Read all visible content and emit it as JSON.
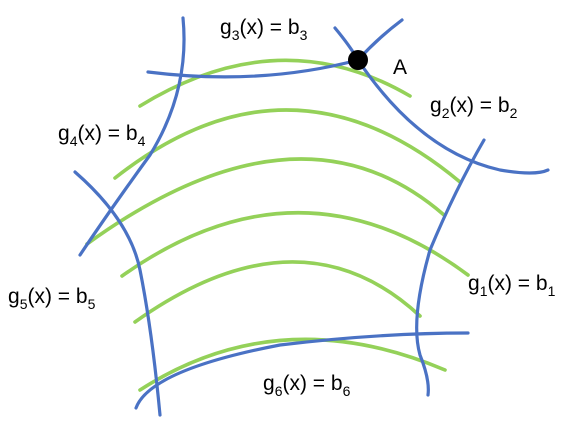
{
  "colors": {
    "constraint": "#4a72c4",
    "contour": "#94d159",
    "point": "#000000",
    "text": "#000000"
  },
  "constraints": [
    {
      "fn": "g",
      "idx": "1",
      "rhs": "b",
      "ridx": "1"
    },
    {
      "fn": "g",
      "idx": "2",
      "rhs": "b",
      "ridx": "2"
    },
    {
      "fn": "g",
      "idx": "3",
      "rhs": "b",
      "ridx": "3"
    },
    {
      "fn": "g",
      "idx": "4",
      "rhs": "b",
      "ridx": "4"
    },
    {
      "fn": "g",
      "idx": "5",
      "rhs": "b",
      "ridx": "5"
    },
    {
      "fn": "g",
      "idx": "6",
      "rhs": "b",
      "ridx": "6"
    }
  ],
  "point": {
    "label": "A"
  },
  "contour_count": 6
}
